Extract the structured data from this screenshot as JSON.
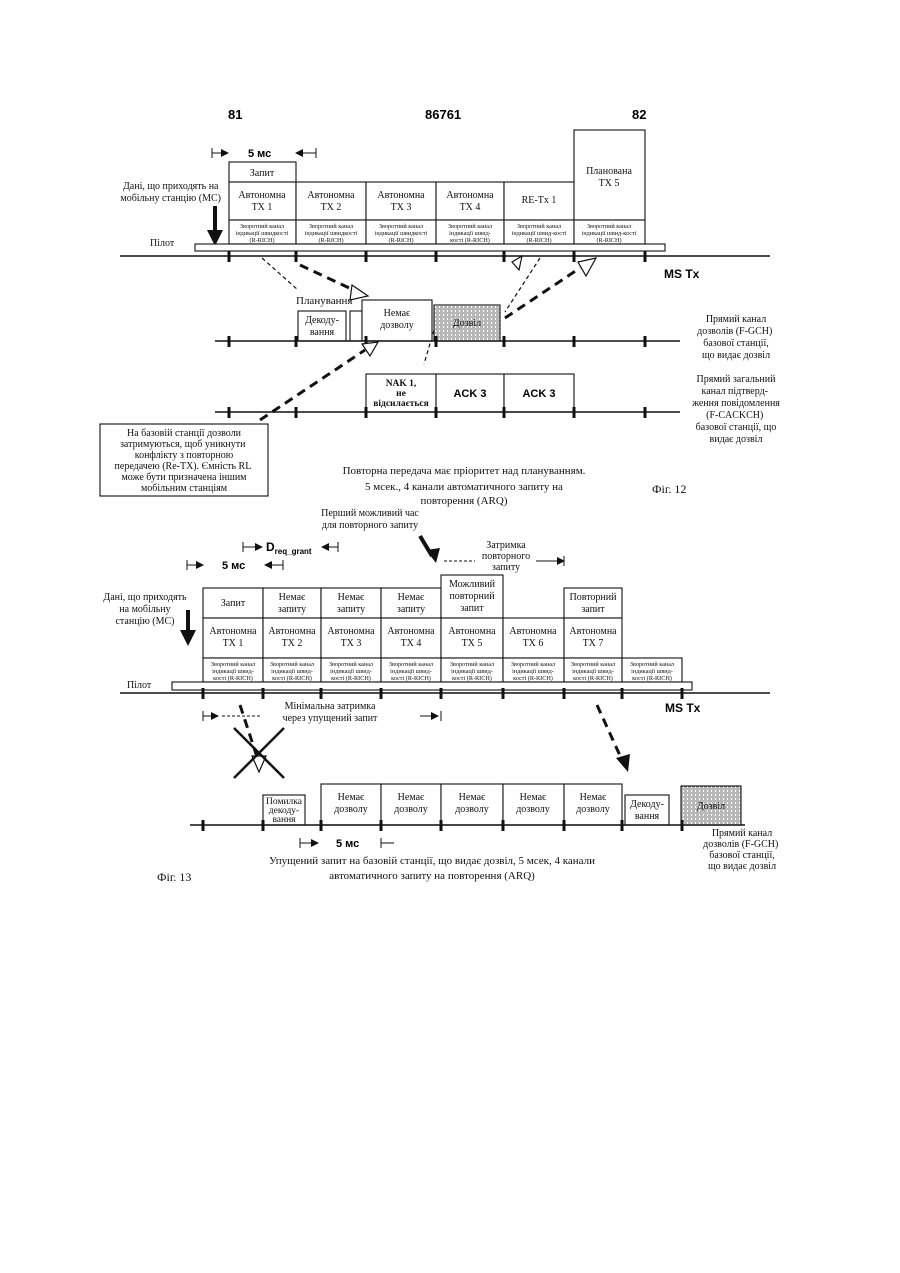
{
  "header": {
    "left_num": "81",
    "center_num": "86761",
    "right_num": "82"
  },
  "fig12": {
    "interval": "5 мс",
    "zapyt": "Запит",
    "incoming_data": [
      "Дані, що приходять на",
      "мобільну станцію (МС)"
    ],
    "pilot": "Пілот",
    "ms_tx": "MS Tx",
    "tx_boxes": [
      [
        "Автономна",
        "ТХ 1"
      ],
      [
        "Автономна",
        "ТХ 2"
      ],
      [
        "Автономна",
        "ТХ 3"
      ],
      [
        "Автономна",
        "ТХ 4"
      ],
      [
        "RE-Tx 1"
      ]
    ],
    "planned": [
      "Планована",
      "ТХ 5"
    ],
    "rich_6": [
      [
        "Зворотний канал",
        "індикації швидкості",
        "(R-RICH)"
      ],
      [
        "Зворотний канал",
        "індикації швидкості",
        "(R-RICH)"
      ],
      [
        "Зворотний канал",
        "індикації швидкості",
        "(R-RICH)"
      ],
      [
        "Зворотний канал",
        "індикації швид-",
        "кості (R-RICH)"
      ],
      [
        "Зворотний канал",
        "індикації швид-кості",
        "(R-RICH)"
      ],
      [
        "Зворотний канал",
        "індикації швид-кості",
        "(R-RICH)"
      ]
    ],
    "planning": "Планування",
    "decoding": [
      "Декоду-",
      "вання"
    ],
    "no_grant": [
      "Немає",
      "дозволу"
    ],
    "grant": "Дозвіл",
    "fgch": [
      "Прямий канал",
      "дозволів (F-GCH)",
      "базової станції,",
      "що видає дозвіл"
    ],
    "nak": [
      "NAK 1,",
      "не",
      "відсилається"
    ],
    "ack1": "ACK 3",
    "ack2": "ACK 3",
    "fcackch": [
      "Прямий загальний",
      "канал підтверд-",
      "ження повідомлення",
      "(F-CACKCH)",
      "базової станції, що",
      "видає дозвіл"
    ],
    "note": [
      "На базовій станції дозволи",
      "затримуються, щоб уникнути",
      "конфлікту з повторною",
      "передачею (Re-TX). Ємність RL",
      "може бути призначена іншим",
      "мобільним станціям"
    ],
    "caption": [
      "Повторна передача має пріоритет над плануванням.",
      "5 мсек., 4 канали автоматичного запиту на",
      "повторення (ARQ)"
    ],
    "label": "Фіг. 12"
  },
  "fig13": {
    "first_time": [
      "Перший можливий час",
      "для повторного запиту"
    ],
    "dreq_main": "D",
    "dreq_sub": "req_grant",
    "retry_delay": [
      "Затримка",
      "повторного",
      "запиту"
    ],
    "interval": "5 мс",
    "incoming_data": [
      "Дані, що приходять",
      "на мобільну",
      "станцію (МС)"
    ],
    "top_boxes": [
      [
        "Запит"
      ],
      [
        "Немає",
        "запиту"
      ],
      [
        "Немає",
        "запиту"
      ],
      [
        "Немає",
        "запиту"
      ],
      [
        "Можливий",
        "повторний",
        "запит"
      ],
      [],
      [
        "Повторний",
        "запит"
      ]
    ],
    "tx_boxes": [
      [
        "Автономна",
        "ТХ 1"
      ],
      [
        "Автономна",
        "ТХ 2"
      ],
      [
        "Автономна",
        "ТХ 3"
      ],
      [
        "Автономна",
        "ТХ 4"
      ],
      [
        "Автономна",
        "ТХ 5"
      ],
      [
        "Автономна",
        "ТХ 6"
      ],
      [
        "Автономна",
        "ТХ 7"
      ]
    ],
    "rich_8": [
      [
        "Зворотний канал",
        "індикації швид-",
        "кості (R-RICH)"
      ],
      [
        "Зворотний канал",
        "індикації швид-",
        "кості (R-RICH)"
      ],
      [
        "Зворотний канал",
        "індикації швид-",
        "кості (R-RICH)"
      ],
      [
        "Зворотний канал",
        "індикації швид-",
        "кості (R-RICH)"
      ],
      [
        "Зворотний канал",
        "індикації швид-",
        "кості (R-RICH)"
      ],
      [
        "Зворотний канал",
        "індикації швид-",
        "кості (R-RICH)"
      ],
      [
        "Зворотний канал",
        "індикації швид-",
        "кості (R-RICH)"
      ],
      [
        "Зворотний канал",
        "індикації швид-",
        "кості (R-RICH)"
      ]
    ],
    "pilot": "Пілот",
    "ms_tx": "MS Tx",
    "min_delay": [
      "Мінімальна затримка",
      "через упущений запит"
    ],
    "decode_error": [
      "Помилка",
      "декоду-",
      "вання"
    ],
    "no_grants": [
      [
        "Немає",
        "дозволу"
      ],
      [
        "Немає",
        "дозволу"
      ],
      [
        "Немає",
        "дозволу"
      ],
      [
        "Немає",
        "дозволу"
      ],
      [
        "Немає",
        "дозволу"
      ]
    ],
    "decoding": [
      "Декоду-",
      "вання"
    ],
    "grant": "Дозвіл",
    "interval2": "5 мс",
    "fgch": [
      "Прямий канал",
      "дозволів (F-GCH)",
      "базової станції,",
      "що видає дозвіл"
    ],
    "caption": [
      "Упущений запит на базовій станції, що видає дозвіл, 5 мсек, 4 канали",
      "автоматичного запиту на повторення (ARQ)"
    ],
    "label": "Фіг. 13"
  }
}
